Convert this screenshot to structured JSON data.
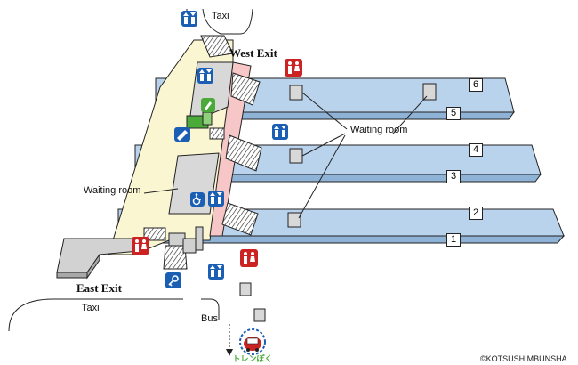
{
  "labels": {
    "west_exit": "West Exit",
    "east_exit": "East Exit",
    "taxi_top": "Taxi",
    "taxi_bottom": "Taxi",
    "bus": "Bus",
    "waiting_room_right": "Waiting room",
    "waiting_room_left": "Waiting room"
  },
  "tracks": [
    "1",
    "2",
    "3",
    "4",
    "5",
    "6"
  ],
  "mascot_text": "トレンぽくん",
  "copyright": "©KOTSUSHIMBUNSHA",
  "icons": {
    "elevator": "elevator-icon",
    "restroom": "restroom-icon",
    "accessible_toilet": "wheelchair-icon",
    "ticket_gate": "ticket-gate-icon",
    "coin_locker": "key-icon",
    "exit_sign": "exit-icon"
  },
  "colors": {
    "platform": "#b9d3ec",
    "concourse": "#fbf6d2",
    "paid_area": "#f7c7c7",
    "building": "#d6d6d6",
    "icon_blue": "#1a5fb4",
    "restroom_red": "#cc2222",
    "green": "#4caa3a"
  }
}
